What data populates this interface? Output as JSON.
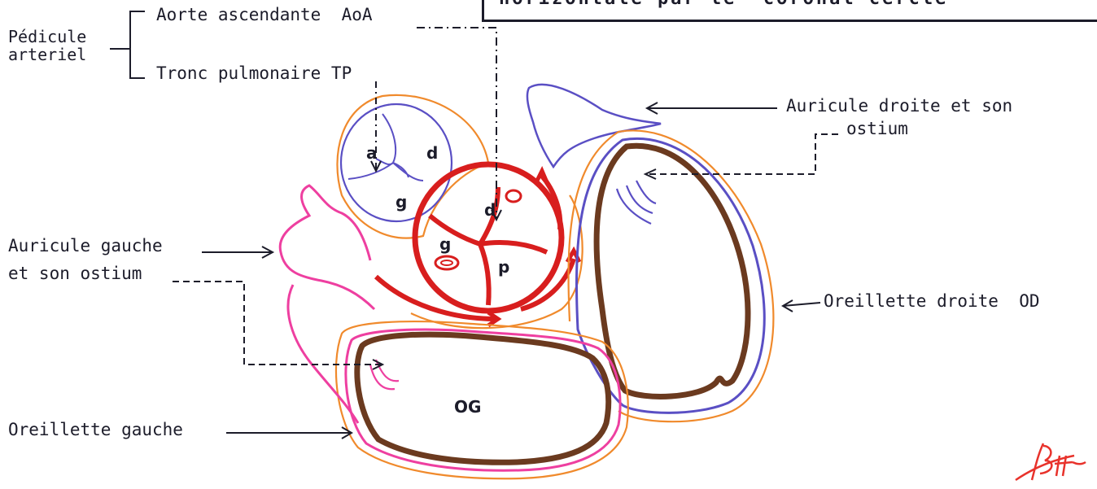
{
  "title": "horizontale par le  coronal cercle",
  "labels": {
    "pedicule": "Pédicule\narteriel",
    "aoa": "Aorte ascendante  AoA",
    "tp": "Tronc pulmonaire TP",
    "auricule_droite_1": "Auricule droite et son",
    "auricule_droite_2": "ostium",
    "auricule_gauche_1": "Auricule gauche",
    "auricule_gauche_2": "et son ostium",
    "oreillette_droite": "Oreillette droite  OD",
    "oreillette_gauche": "Oreillette gauche",
    "og": "OG"
  },
  "cusps": {
    "tp_a": "a",
    "tp_d": "d",
    "tp_g": "g",
    "aoa_d": "d",
    "aoa_g": "g",
    "aoa_p": "p"
  },
  "colors": {
    "ink": "#1c1c2a",
    "red": "#d81e1e",
    "blue": "#5a4fc4",
    "orange": "#f08a2c",
    "pink": "#ee3fa0",
    "brown": "#6b3a1f",
    "signature": "#e8322b"
  }
}
